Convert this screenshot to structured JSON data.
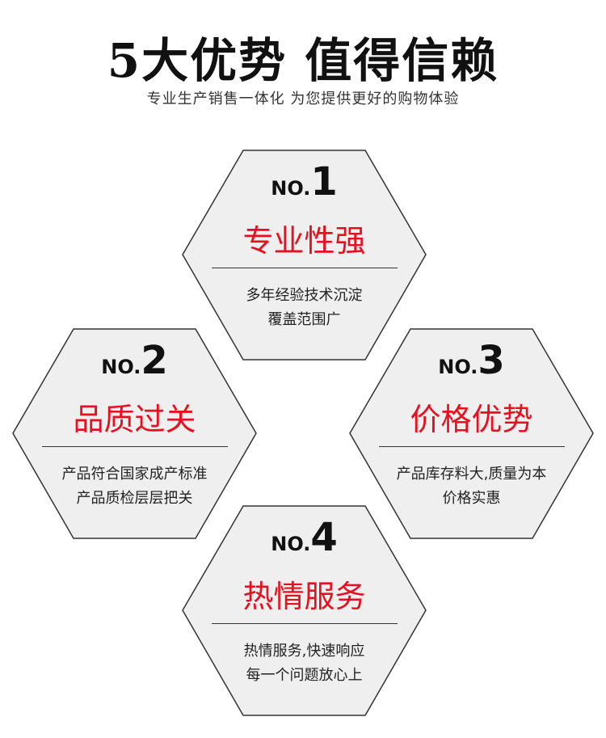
{
  "header": {
    "title": "5大优势 值得信赖",
    "subtitle": "专业生产销售一体化 为您提供更好的购物体验"
  },
  "colors": {
    "accent": "#e8101e",
    "hex_fill": "#efefef",
    "hex_stroke": "#333333"
  },
  "items": [
    {
      "prefix": "NO.",
      "number": "1",
      "title": "专业性强",
      "lines": [
        "多年经验技术沉淀",
        "覆盖范围广"
      ]
    },
    {
      "prefix": "NO.",
      "number": "2",
      "title": "品质过关",
      "lines": [
        "产品符合国家成产标准",
        "产品质检层层把关"
      ]
    },
    {
      "prefix": "NO.",
      "number": "3",
      "title": "价格优势",
      "lines": [
        "产品库存料大,质量为本",
        "价格实惠"
      ]
    },
    {
      "prefix": "NO.",
      "number": "4",
      "title": "热情服务",
      "lines": [
        "热情服务,快速响应",
        "每一个问题放心上"
      ]
    }
  ]
}
